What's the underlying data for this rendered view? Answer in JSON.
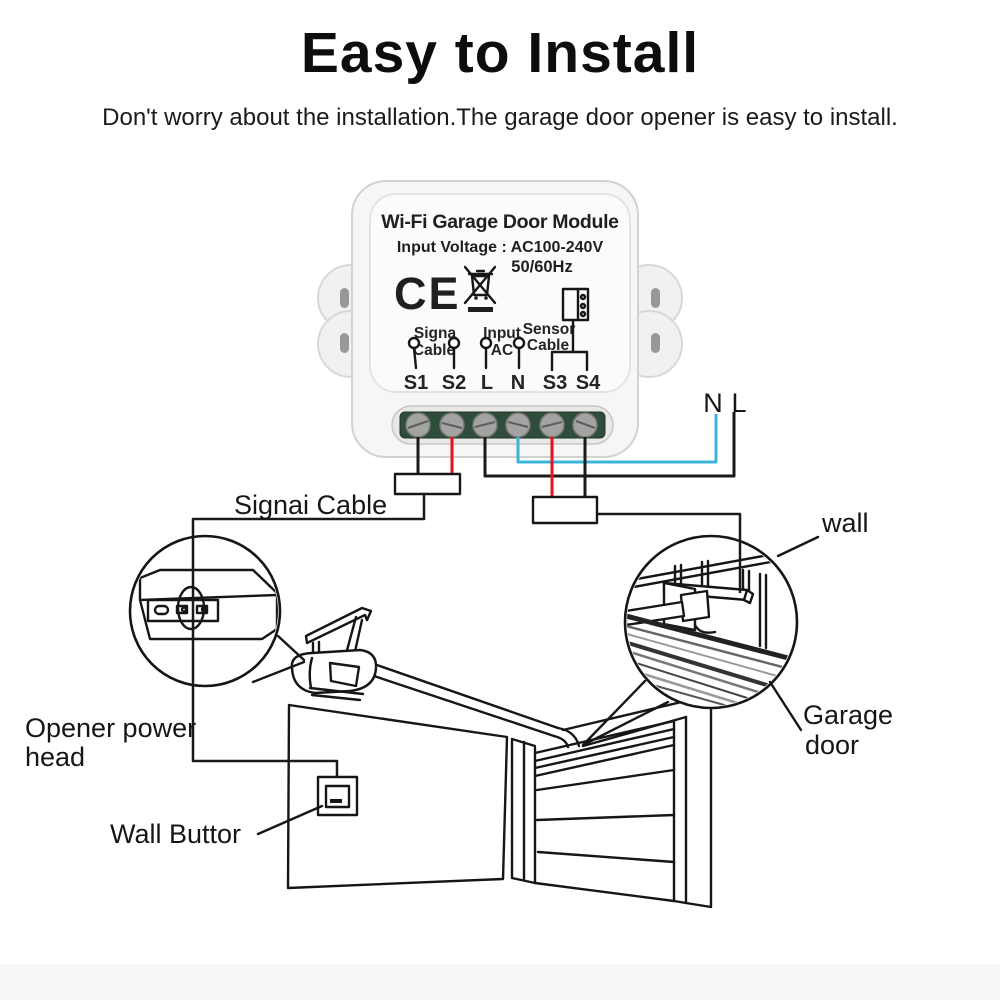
{
  "header": {
    "title": "Easy to Install",
    "subtitle": "Don't worry about the installation.The garage door opener is easy to install."
  },
  "module": {
    "title": "Wi-Fi Garage Door Module",
    "voltage_line": "Input Voltage : AC100-240V",
    "frequency": "50/60Hz",
    "ce_mark": "CE",
    "signal_group": {
      "line1": "Signa",
      "line2": "Cable"
    },
    "input_group": {
      "line1": "Input",
      "line2": "AC"
    },
    "sensor_group": {
      "line1": "Sensor",
      "line2": "Cable"
    },
    "terminals": [
      "S1",
      "S2",
      "L",
      "N",
      "S3",
      "S4"
    ]
  },
  "wiring": {
    "neutral_label": "N",
    "live_label": "L",
    "signal_cable_label": "Signai Cable",
    "colors": {
      "black_wire": "#1a1a1a",
      "red_wire": "#e8101a",
      "blue_wire": "#3ab5d9",
      "terminal_block_green": "#2e4d3b"
    }
  },
  "scene": {
    "opener_label_line1": "Opener power",
    "opener_label_line2": "head",
    "wall_button_label": "Wall Buttor",
    "wall_label": "wall",
    "garage_door_label_line1": "Garage",
    "garage_door_label_line2": "door"
  }
}
